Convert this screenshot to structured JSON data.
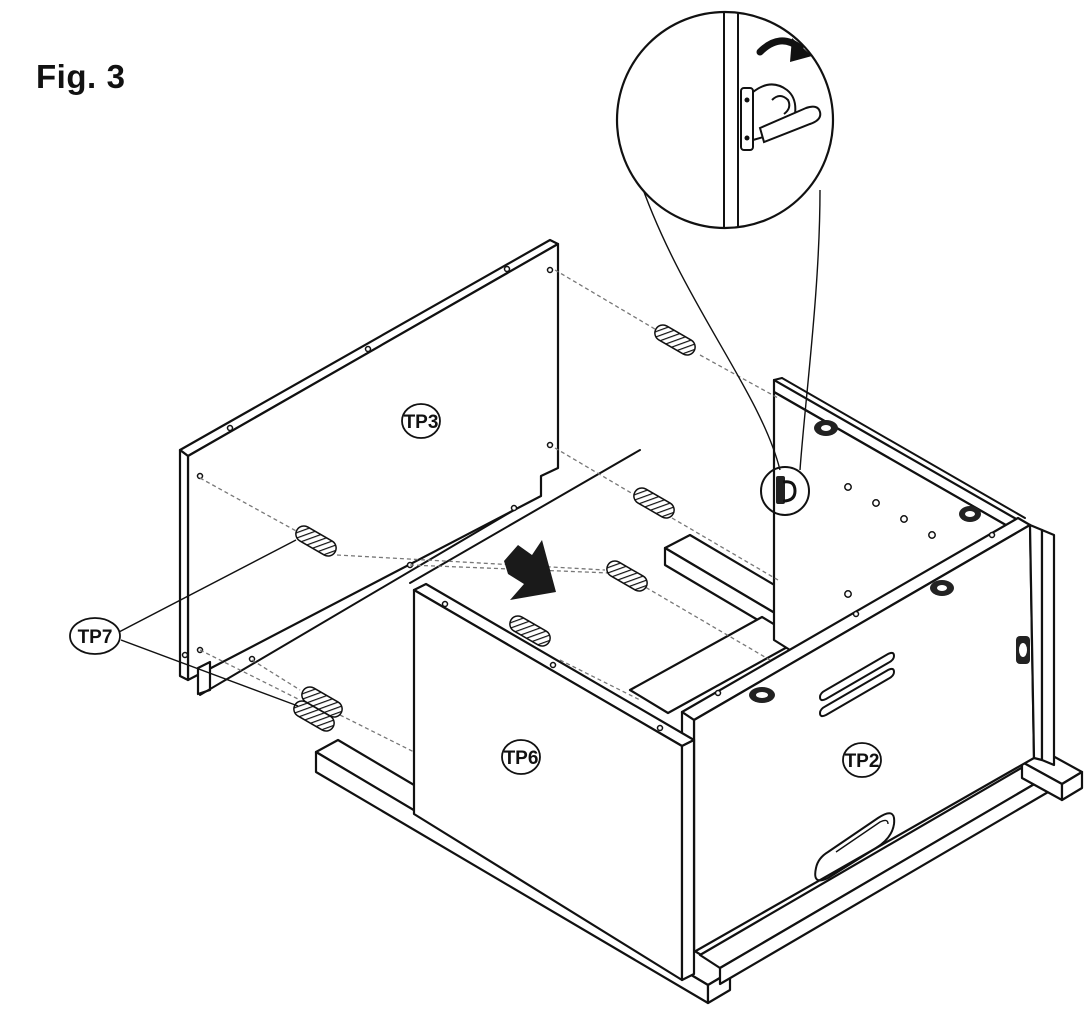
{
  "figure": {
    "label": "Fig.",
    "number": "3"
  },
  "parts": {
    "tp2": "TP2",
    "tp3": "TP3",
    "tp6": "TP6",
    "tp7": "TP7"
  }
}
